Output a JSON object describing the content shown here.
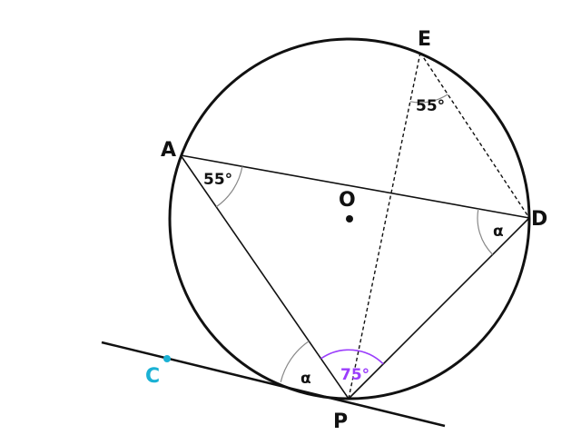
{
  "diagram": {
    "points": {
      "A": "A",
      "C": "C",
      "D": "D",
      "E": "E",
      "O": "O",
      "P": "P"
    },
    "angles": {
      "at_A": "55°",
      "at_E": "55°",
      "at_D": "α",
      "at_P_tangent": "α",
      "at_P_purple": "75°"
    },
    "colors": {
      "ink": "#111111",
      "tangent_point": "#1ab1d4",
      "angle_75": "#9b3dfc"
    }
  }
}
